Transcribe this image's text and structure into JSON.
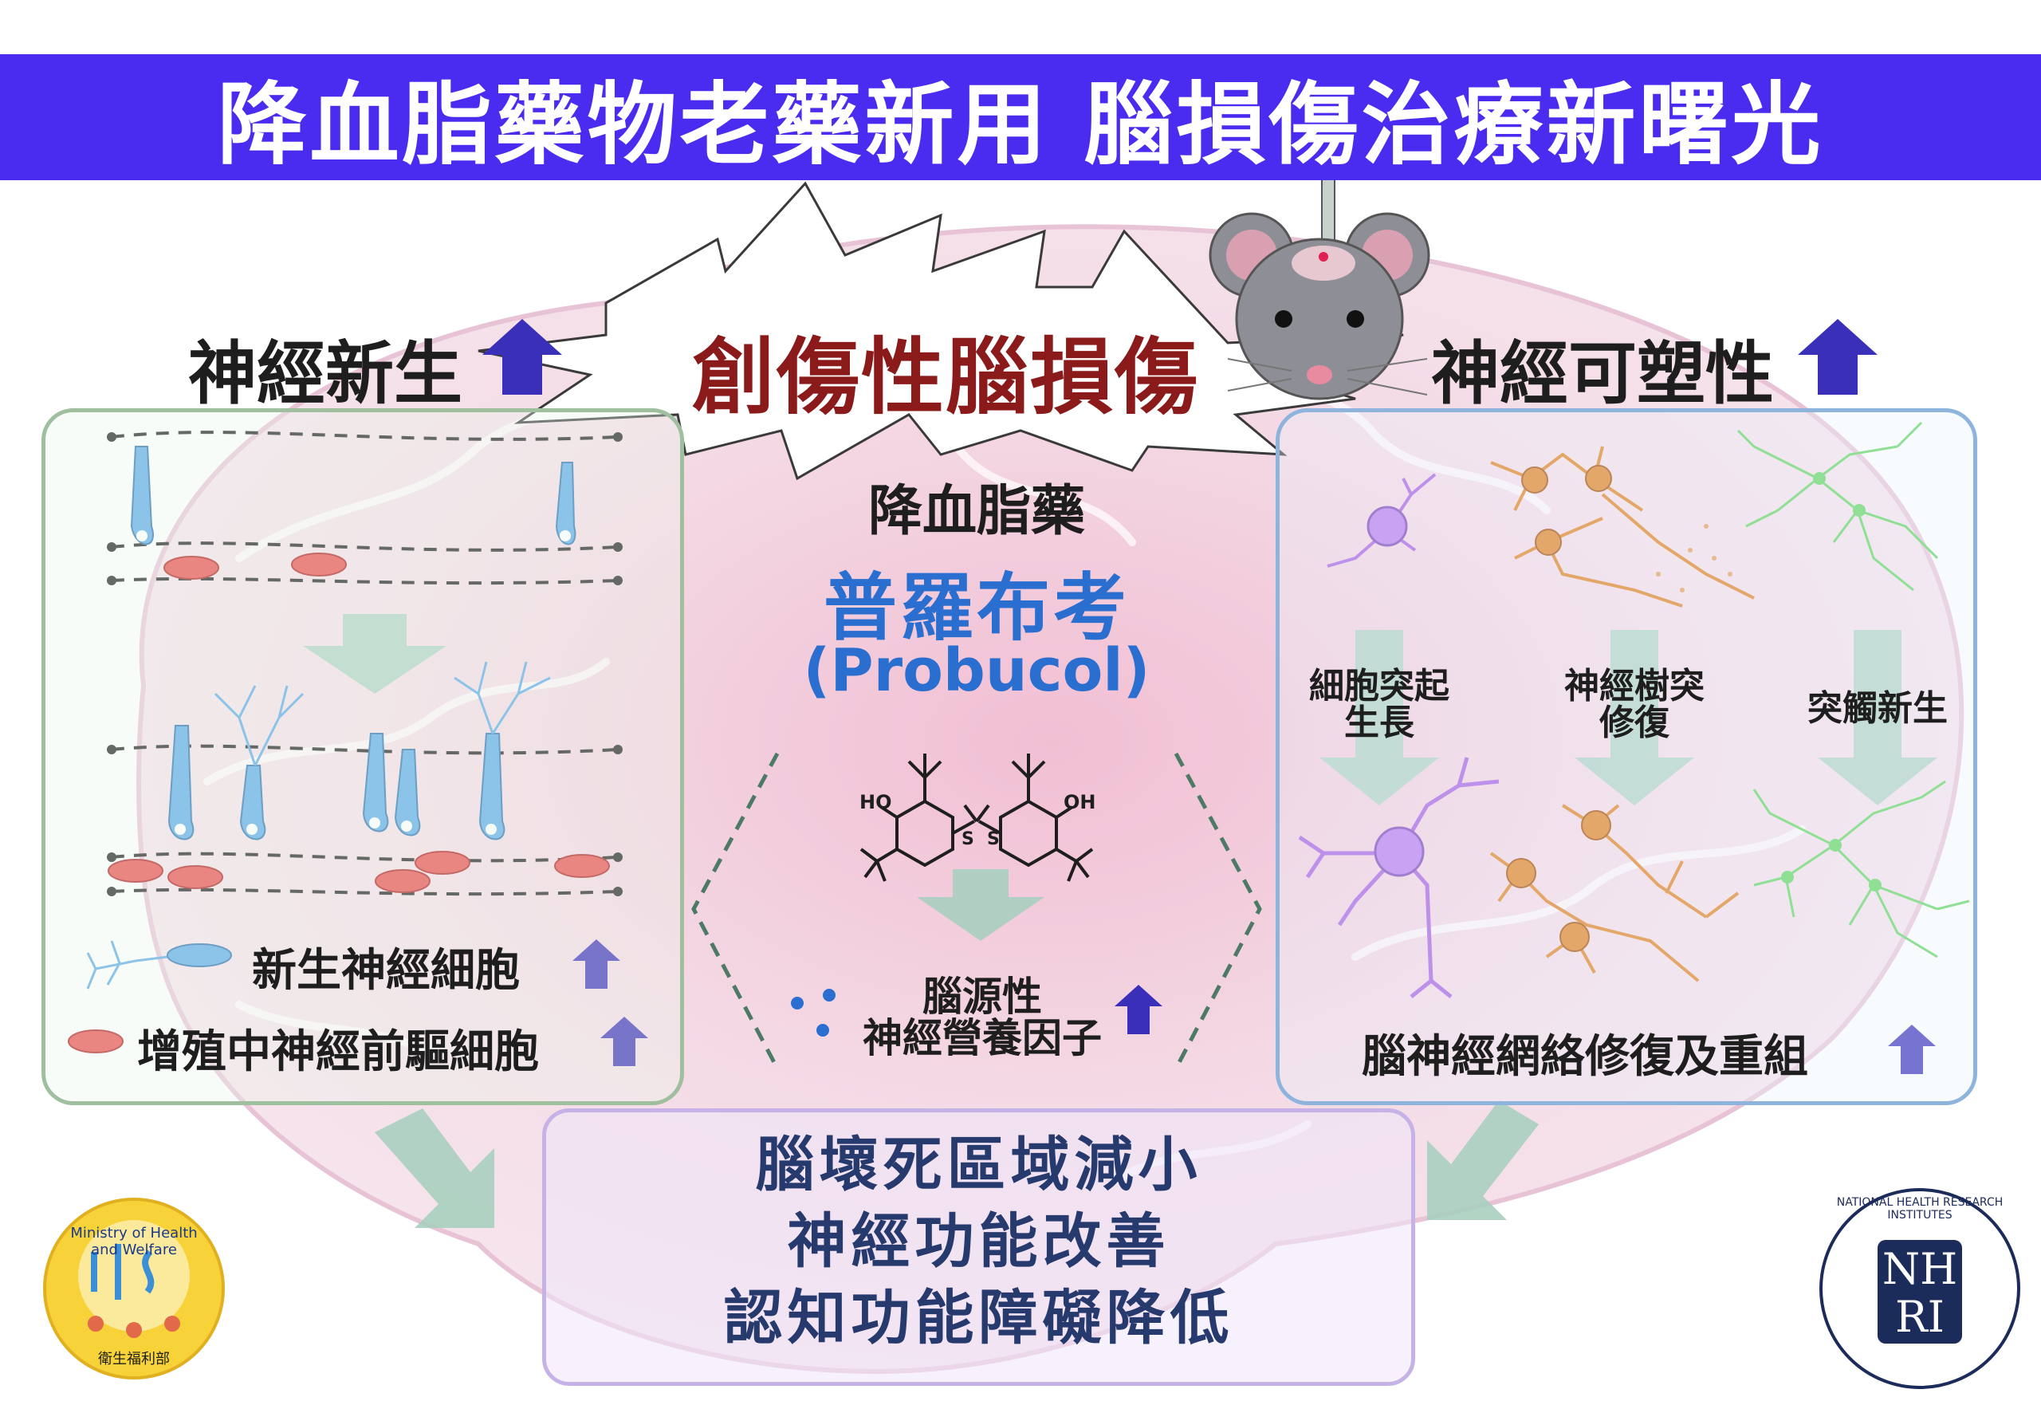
{
  "title": "降血脂藥物老藥新用 腦損傷治療新曙光",
  "injury_label": "創傷性腦損傷",
  "left_section": {
    "heading": "神經新生",
    "legend_new_neurons": "新生神經細胞",
    "legend_proliferating": "增殖中神經前驅細胞"
  },
  "center_section": {
    "drug_class": "降血脂藥",
    "drug_name_zh": "普羅布考",
    "drug_name_en": "(Probucol)",
    "molecule_atoms": {
      "ho": "HO",
      "oh": "OH",
      "s1": "S",
      "s2": "S"
    },
    "bdnf_line1": "腦源性",
    "bdnf_line2": "神經營養因子"
  },
  "right_section": {
    "heading": "神經可塑性",
    "col1_line1": "細胞突起",
    "col1_line2": "生長",
    "col2_line1": "神經樹突",
    "col2_line2": "修復",
    "col3": "突觸新生",
    "summary": "腦神經網絡修復及重組"
  },
  "outcomes": [
    "腦壞死區域減小",
    "神經功能改善",
    "認知功能障礙降低"
  ],
  "logos": {
    "mohw_arc": "Ministry of Health and Welfare",
    "mohw_bottom": "衛生福利部",
    "nhri_arc": "NATIONAL HEALTH RESEARCH INSTITUTES",
    "nhri_top": "NH",
    "nhri_bottom": "RI"
  },
  "colors": {
    "title_bar": "#4a2cf0",
    "injury_text": "#8b1a1a",
    "drug_name": "#2a6fd0",
    "up_arrow": "#3a2fb8",
    "flow_arrow": "#a9cfbf",
    "neuron_blue": "#5aa8e6",
    "progenitor_red": "#e84a4a",
    "neuron_purple": "#a55ce0",
    "neuron_orange": "#e07f1c",
    "neuron_green": "#5ed45e",
    "outcome_text": "#263a6e"
  }
}
